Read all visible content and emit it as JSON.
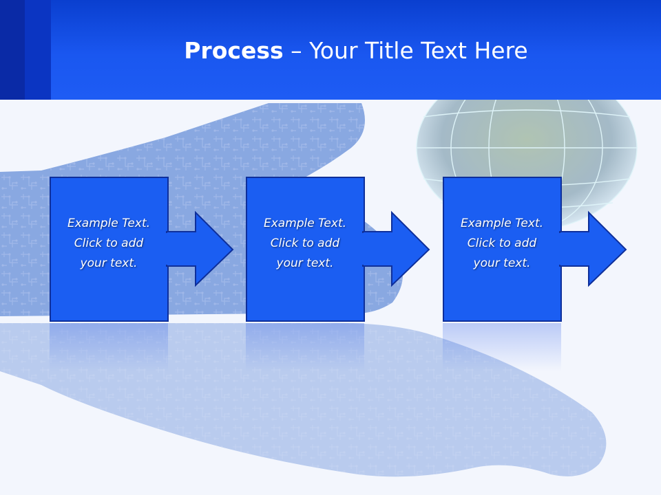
{
  "slide": {
    "title_bold": "Process",
    "title_rest": " – Your Title Text Here",
    "colors": {
      "header": "#1a57f0",
      "box_fill": "#1b5ef2",
      "box_border": "#0e2f9a",
      "background": "#f3f6fd"
    },
    "steps": [
      {
        "line1": "Example Text.",
        "line2": "Click  to add",
        "line3": "your text."
      },
      {
        "line1": "Example Text.",
        "line2": "Click  to add",
        "line3": "your text."
      },
      {
        "line1": "Example Text.",
        "line2": "Click  to add",
        "line3": "your text."
      }
    ],
    "background_image": "circuit-hand-and-globe-illustration"
  }
}
